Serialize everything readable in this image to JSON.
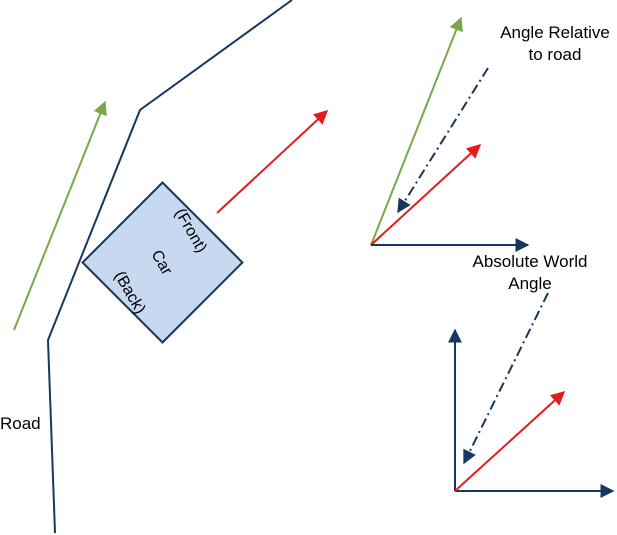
{
  "labels": {
    "road": "Road",
    "angle_relative_line1": "Angle Relative",
    "angle_relative_line2": "to road",
    "absolute_world_line1": "Absolute World",
    "absolute_world_line2": "Angle"
  },
  "car": {
    "front": "(Front)",
    "name": "Car",
    "back": "(Back)"
  },
  "colors": {
    "road": "#17375e",
    "axis": "#17375e",
    "green_vector": "#77a94a",
    "red_vector": "#e41a1c",
    "dashed_vector": "#17375e",
    "car_fill": "#c6d9f0"
  },
  "icons": {
    "arrowhead": "triangle-arrowhead"
  }
}
